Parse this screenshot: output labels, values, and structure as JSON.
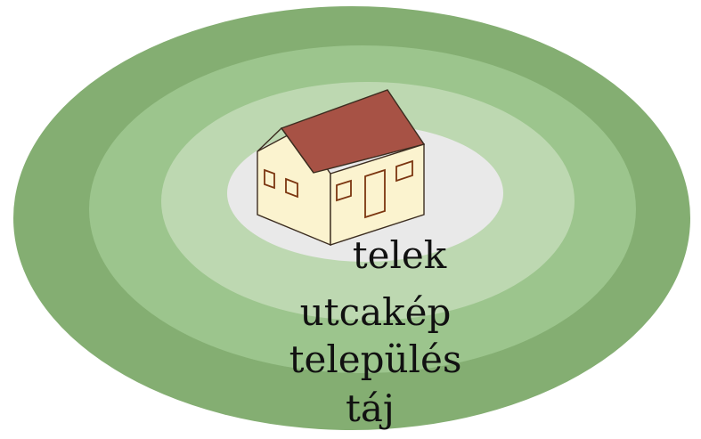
{
  "colors": {
    "outer_ring": "#84ae72",
    "second_ring": "#9cc58d",
    "third_ring": "#bdd8b1",
    "inner_ring": "#e9e9e9",
    "house_wall": "#fbf3cf",
    "house_roof": "#a75245",
    "window_stroke": "#7b3510"
  },
  "labels": {
    "telek": "telek",
    "utcakep": "utcakép",
    "telepules": "település",
    "taj": "táj"
  },
  "icons": {
    "house": "house-icon"
  }
}
